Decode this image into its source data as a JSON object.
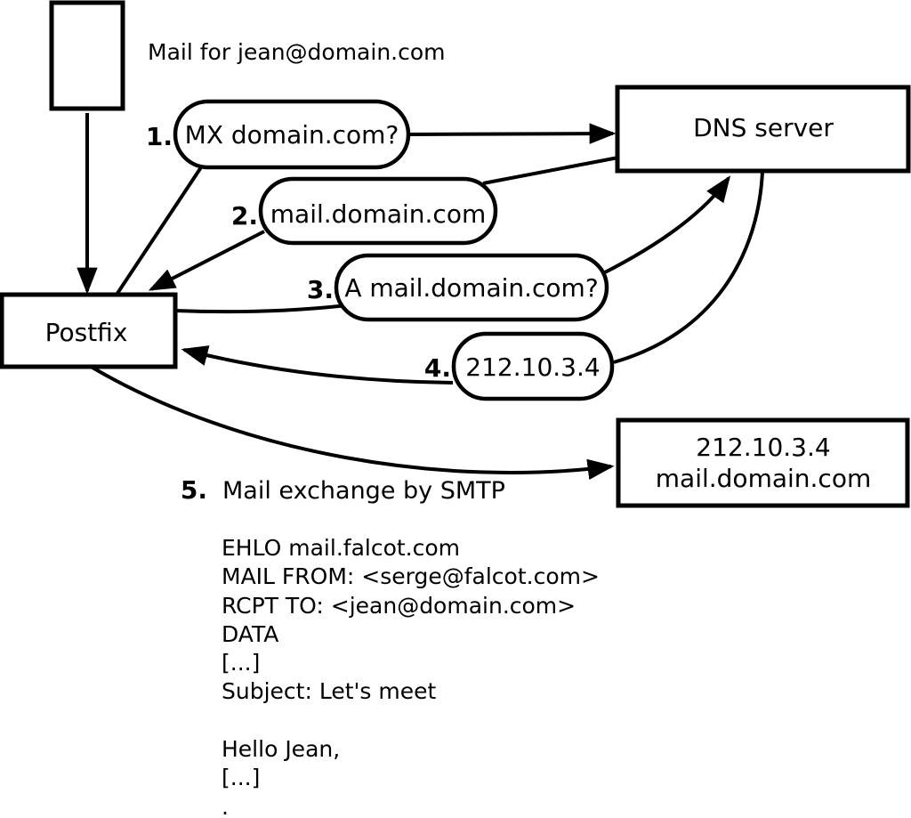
{
  "diagram": {
    "note": "Mail for jean@domain.com",
    "nodes": {
      "postfix": {
        "label": "Postfix"
      },
      "dns": {
        "label": "DNS server"
      },
      "mailserver": {
        "line1": "212.10.3.4",
        "line2": "mail.domain.com"
      }
    },
    "steps": [
      {
        "num": "1.",
        "label": "MX domain.com?"
      },
      {
        "num": "2.",
        "label": "mail.domain.com"
      },
      {
        "num": "3.",
        "label": "A mail.domain.com?"
      },
      {
        "num": "4.",
        "label": "212.10.3.4"
      },
      {
        "num": "5.",
        "label": "Mail exchange by SMTP"
      }
    ],
    "smtp_session": "EHLO mail.falcot.com\nMAIL FROM: <serge@falcot.com>\nRCPT TO: <jean@domain.com>\nDATA\n[...]\nSubject: Let's meet\n\nHello Jean,\n[...]\n.",
    "colors": {
      "stroke": "#000000",
      "background": "#ffffff"
    }
  }
}
